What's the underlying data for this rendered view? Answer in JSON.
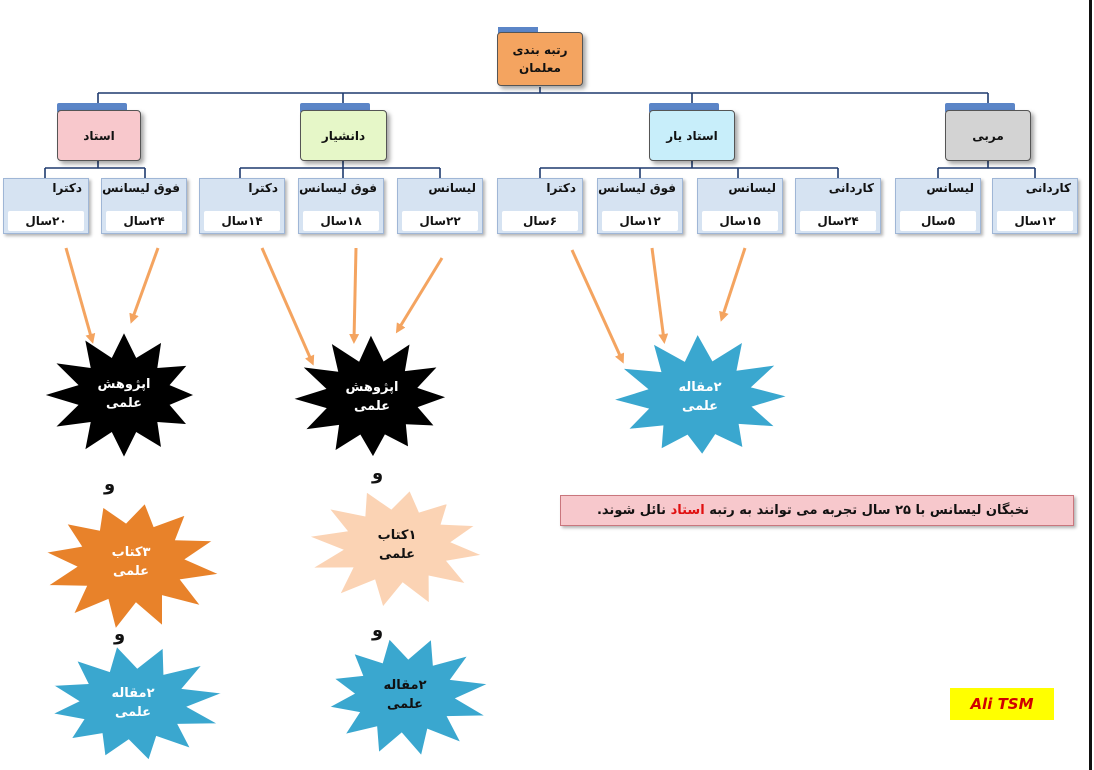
{
  "root": {
    "line1": "رتبه بندی",
    "line2": "معلمان",
    "color": "#f4a460"
  },
  "ranks": [
    {
      "label": "مربی",
      "color": "#d3d3d3"
    },
    {
      "label": "استاد یار",
      "color": "#c8eefa"
    },
    {
      "label": "دانشیار",
      "color": "#e6f7c8"
    },
    {
      "label": "استاد",
      "color": "#f8c8cc"
    }
  ],
  "leaves": [
    {
      "degree": "کاردانی",
      "years": "۱۲سال"
    },
    {
      "degree": "لیسانس",
      "years": "۵سال"
    },
    {
      "degree": "کاردانی",
      "years": "۲۴سال"
    },
    {
      "degree": "لیسانس",
      "years": "۱۵سال"
    },
    {
      "degree": "فوق لیسانس",
      "years": "۱۲سال"
    },
    {
      "degree": "دکترا",
      "years": "۶سال"
    },
    {
      "degree": "لیسانس",
      "years": "۲۲سال"
    },
    {
      "degree": "فوق لیسانس",
      "years": "۱۸سال"
    },
    {
      "degree": "دکترا",
      "years": "۱۴سال"
    },
    {
      "degree": "فوق لیسانس",
      "years": "۲۴سال"
    },
    {
      "degree": "دکترا",
      "years": "۲۰سال"
    }
  ],
  "stars": {
    "ostad_research": {
      "line1": "اپژوهش",
      "line2": "علمی",
      "color": "#000000",
      "text_color": "#ffffff"
    },
    "ostad_book": {
      "line1": "۳کتاب",
      "line2": "علمی",
      "color": "#e8822a",
      "text_color": "#ffffff"
    },
    "ostad_article": {
      "line1": "۲مقاله",
      "line2": "علمی",
      "color": "#3aa7cf",
      "text_color": "#ffffff"
    },
    "daneshyar_research": {
      "line1": "اپژوهش",
      "line2": "علمی",
      "color": "#000000",
      "text_color": "#ffffff"
    },
    "daneshyar_book": {
      "line1": "۱کتاب",
      "line2": "علمی",
      "color": "#fbd3b4",
      "text_color": "#111111"
    },
    "daneshyar_article": {
      "line1": "۲مقاله",
      "line2": "علمی",
      "color": "#3aa7cf",
      "text_color": "#111111"
    },
    "ostadyar_article": {
      "line1": "۲مقاله",
      "line2": "علمی",
      "color": "#3aa7cf",
      "text_color": "#ffffff"
    }
  },
  "conjunction": "و",
  "note": {
    "before": "نخبگان لیسانس با ۲۵ سال تجربه می توانند به رتبه",
    "highlight": "استاد",
    "after": "نائل شوند."
  },
  "signature": "Ali TSM",
  "arrow_color": "#f4a460"
}
